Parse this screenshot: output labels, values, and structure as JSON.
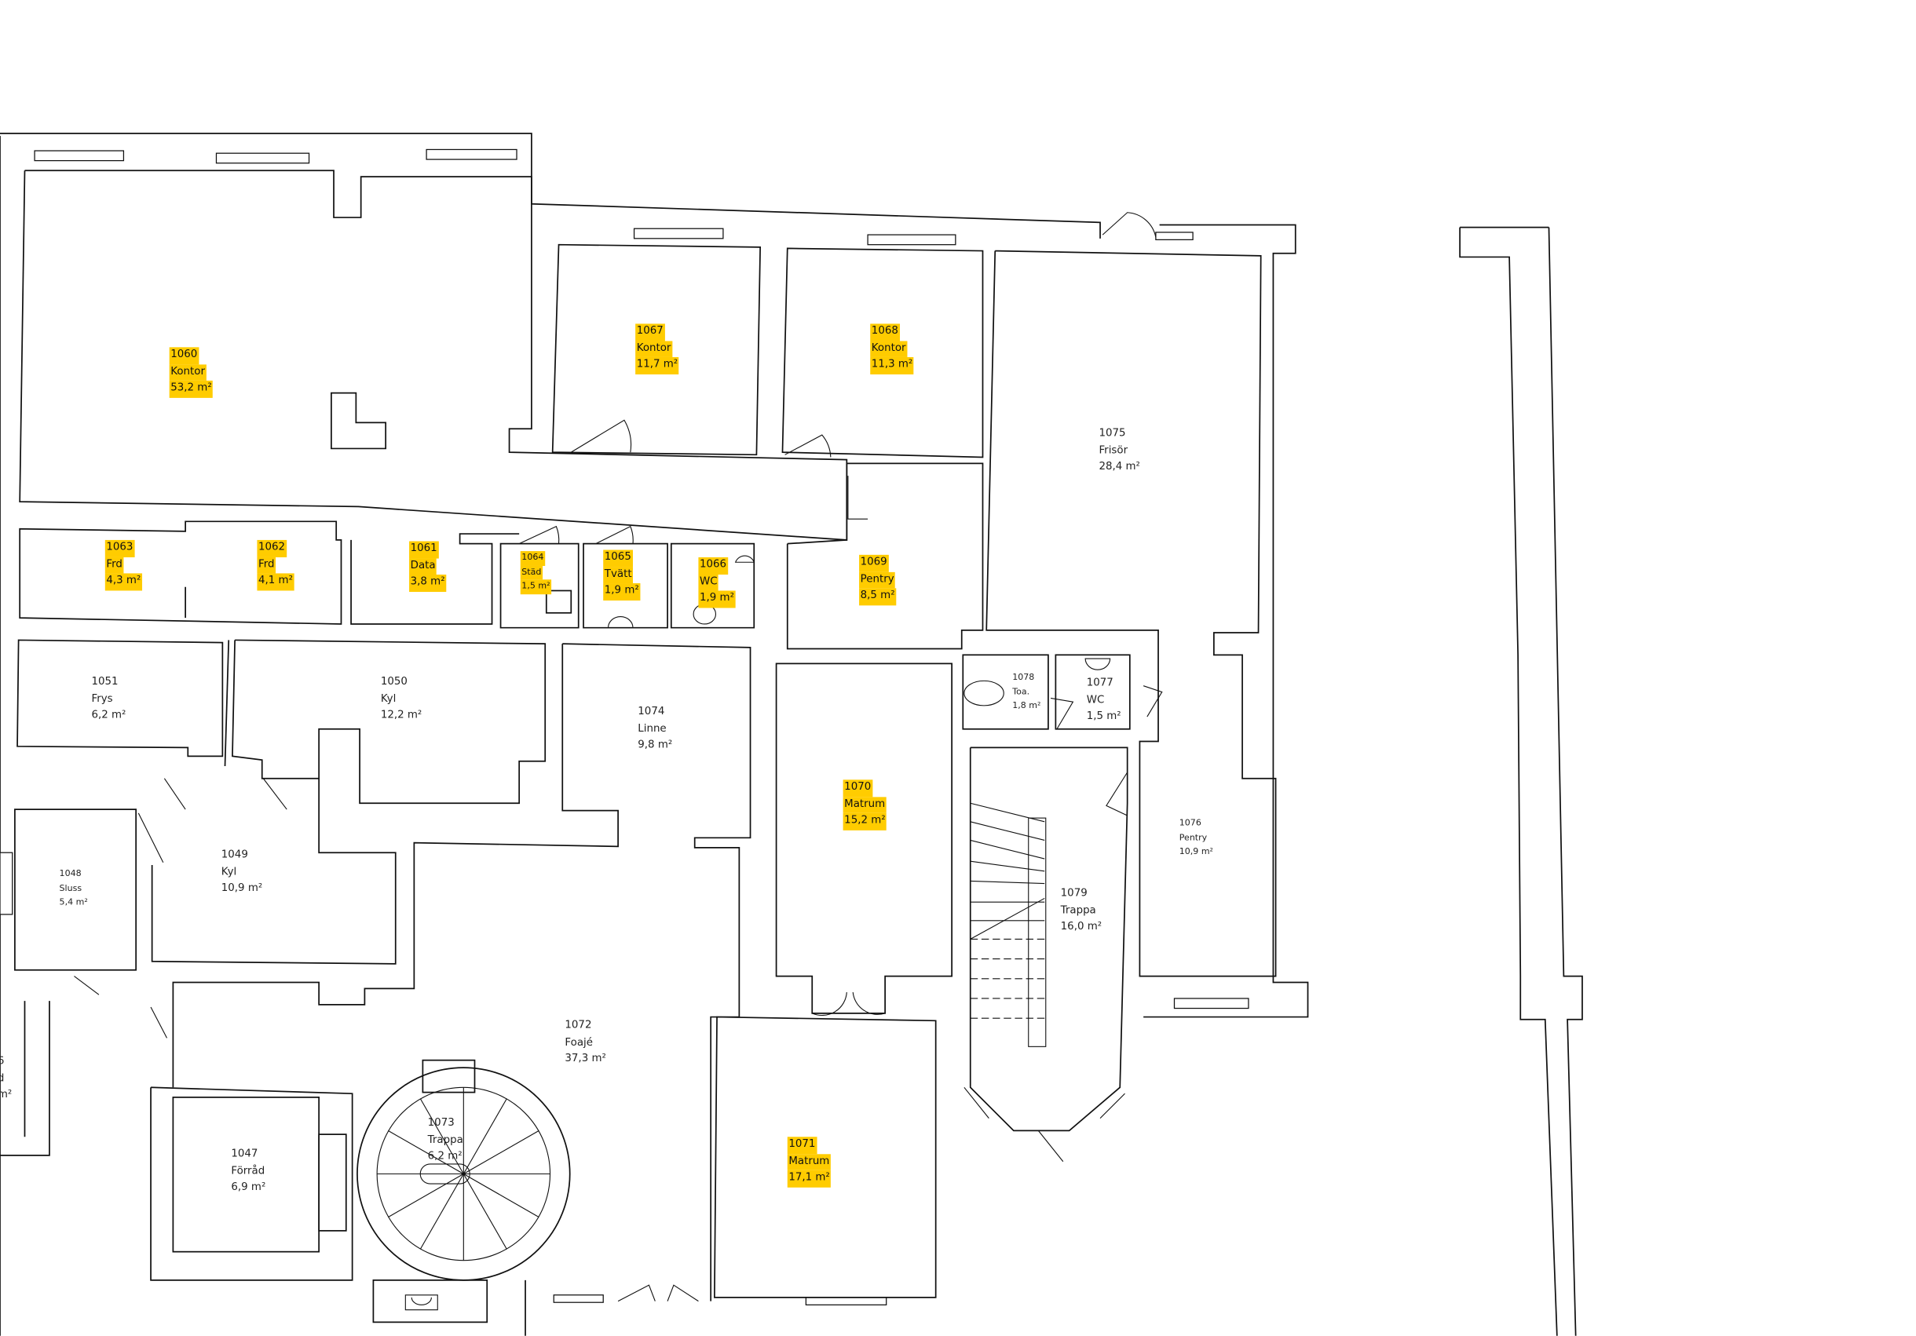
{
  "plan": {
    "highlight_color": "#FFCC00",
    "rooms": {
      "r1060": {
        "number": "1060",
        "name": "Kontor",
        "area": "53,2 m²",
        "highlighted": true
      },
      "r1067": {
        "number": "1067",
        "name": "Kontor",
        "area": "11,7 m²",
        "highlighted": true
      },
      "r1068": {
        "number": "1068",
        "name": "Kontor",
        "area": "11,3 m²",
        "highlighted": true
      },
      "r1063": {
        "number": "1063",
        "name": "Frd",
        "area": "4,3 m²",
        "highlighted": true
      },
      "r1062": {
        "number": "1062",
        "name": "Frd",
        "area": "4,1 m²",
        "highlighted": true
      },
      "r1061": {
        "number": "1061",
        "name": "Data",
        "area": "3,8 m²",
        "highlighted": true
      },
      "r1064": {
        "number": "1064",
        "name": "Städ",
        "area": "1,5 m²",
        "highlighted": true
      },
      "r1065": {
        "number": "1065",
        "name": "Tvätt",
        "area": "1,9 m²",
        "highlighted": true
      },
      "r1066": {
        "number": "1066",
        "name": "WC",
        "area": "1,9 m²",
        "highlighted": true
      },
      "r1069": {
        "number": "1069",
        "name": "Pentry",
        "area": "8,5 m²",
        "highlighted": true
      },
      "r1075": {
        "number": "1075",
        "name": "Frisör",
        "area": "28,4 m²",
        "highlighted": false
      },
      "r1051": {
        "number": "1051",
        "name": "Frys",
        "area": "6,2 m²",
        "highlighted": false
      },
      "r1050": {
        "number": "1050",
        "name": "Kyl",
        "area": "12,2 m²",
        "highlighted": false
      },
      "r1074": {
        "number": "1074",
        "name": "Linne",
        "area": "9,8 m²",
        "highlighted": false
      },
      "r1078": {
        "number": "1078",
        "name": "Toa.",
        "area": "1,8 m²",
        "highlighted": false
      },
      "r1077": {
        "number": "1077",
        "name": "WC",
        "area": "1,5 m²",
        "highlighted": false
      },
      "r1070": {
        "number": "1070",
        "name": "Matrum",
        "area": "15,2 m²",
        "highlighted": true
      },
      "r1076": {
        "number": "1076",
        "name": "Pentry",
        "area": "10,9 m²",
        "highlighted": false
      },
      "r1048": {
        "number": "1048",
        "name": "Sluss",
        "area": "5,4 m²",
        "highlighted": false
      },
      "r1049": {
        "number": "1049",
        "name": "Kyl",
        "area": "10,9 m²",
        "highlighted": false
      },
      "r1079": {
        "number": "1079",
        "name": "Trappa",
        "area": "16,0 m²",
        "highlighted": false
      },
      "r1072": {
        "number": "1072",
        "name": "Foajé",
        "area": "37,3 m²",
        "highlighted": false
      },
      "r1071": {
        "number": "1071",
        "name": "Matrum",
        "area": "17,1 m²",
        "highlighted": true
      },
      "r1047": {
        "number": "1047",
        "name": "Förråd",
        "area": "6,9 m²",
        "highlighted": false
      },
      "r1073": {
        "number": "1073",
        "name": "Trappa",
        "area": "6,2 m²",
        "highlighted": false
      },
      "partial": {
        "number": "6",
        "name": "d",
        "area": "m²",
        "highlighted": false
      }
    }
  }
}
